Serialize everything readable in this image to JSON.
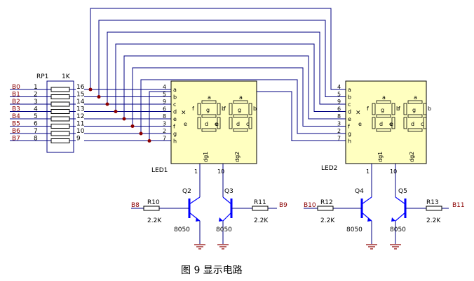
{
  "caption": "图 9  显示电路",
  "resistor_pack": {
    "ref": "RP1",
    "value": "1K"
  },
  "inputs": [
    {
      "name": "B0",
      "left_pin": "1",
      "right_pin": "16"
    },
    {
      "name": "B1",
      "left_pin": "2",
      "right_pin": "15"
    },
    {
      "name": "B2",
      "left_pin": "3",
      "right_pin": "14"
    },
    {
      "name": "B3",
      "left_pin": "4",
      "right_pin": "13"
    },
    {
      "name": "B4",
      "left_pin": "5",
      "right_pin": "12"
    },
    {
      "name": "B5",
      "left_pin": "6",
      "right_pin": "11"
    },
    {
      "name": "B6",
      "left_pin": "7",
      "right_pin": "10"
    },
    {
      "name": "B7",
      "left_pin": "8",
      "right_pin": "9"
    }
  ],
  "display_pins": [
    {
      "pin": "4",
      "segment": "a"
    },
    {
      "pin": "5",
      "segment": "b"
    },
    {
      "pin": "9",
      "segment": "c"
    },
    {
      "pin": "6",
      "segment": "d"
    },
    {
      "pin": "8",
      "segment": "e"
    },
    {
      "pin": "3",
      "segment": "f"
    },
    {
      "pin": "2",
      "segment": "g"
    },
    {
      "pin": "7",
      "segment": "h"
    }
  ],
  "segment_letters": {
    "a": "a",
    "b": "b",
    "c": "c",
    "d": "d",
    "e": "e",
    "f": "f",
    "g": "g"
  },
  "digit_labels": {
    "dg1": "dg1",
    "dg2": "dg2",
    "pin1": "1",
    "pin10": "10"
  },
  "led1": {
    "label": "LED1"
  },
  "led2": {
    "label": "LED2"
  },
  "transistors": [
    {
      "ref": "Q2",
      "type": "8050",
      "base_signal": "B8",
      "resistor": "R10",
      "resistor_value": "2.2K"
    },
    {
      "ref": "Q3",
      "type": "8050",
      "base_signal": "B9",
      "resistor": "R11",
      "resistor_value": "2.2K"
    },
    {
      "ref": "Q4",
      "type": "8050",
      "base_signal": "B10",
      "resistor": "R12",
      "resistor_value": "2.2K"
    },
    {
      "ref": "Q5",
      "type": "8050",
      "base_signal": "B11",
      "resistor": "R13",
      "resistor_value": "2.2K"
    }
  ],
  "colors": {
    "wire": "#000080",
    "module_fill": "#ffffc0",
    "transistor": "#0000ff",
    "ground": "#8b0000",
    "net_label": "#8b0000",
    "junction": "#8b0000"
  }
}
